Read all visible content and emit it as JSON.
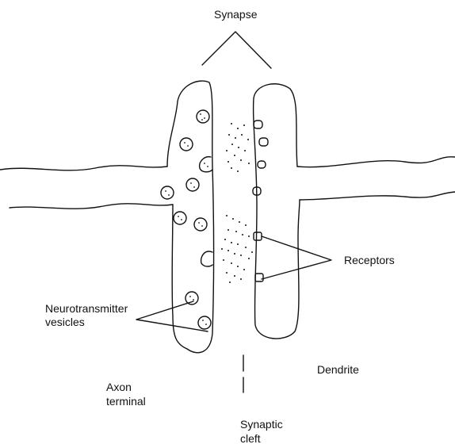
{
  "labels": {
    "synapse": "Synapse",
    "receptors": "Receptors",
    "vesicles_line1": "Neurotransmitter",
    "vesicles_line2": "vesicles",
    "dendrite": "Dendrite",
    "axon_line1": "Axon",
    "axon_line2": "terminal",
    "cleft_line1": "Synaptic",
    "cleft_line2": "cleft"
  },
  "colors": {
    "ink": "#111111",
    "background": "#ffffff"
  }
}
